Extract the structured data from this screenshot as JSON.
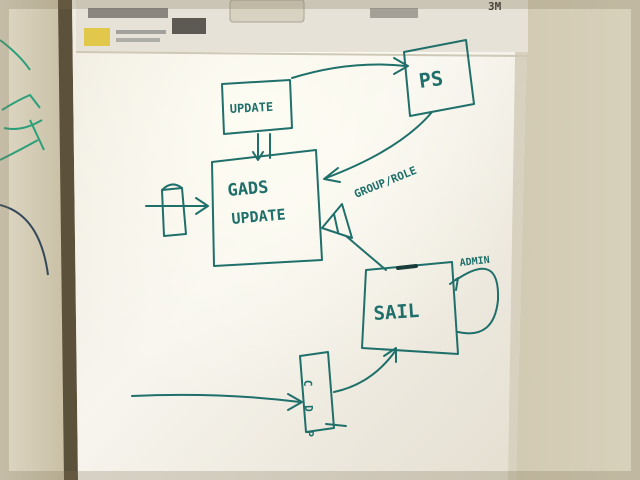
{
  "pad": {
    "brand": "3M"
  },
  "diagram": {
    "nodes": {
      "update": "UPDATE",
      "ps": "PS",
      "gads_update_line1": "GADS",
      "gads_update_line2": "UPDATE",
      "sail": "SAIL",
      "small_box_letters": "C D P"
    },
    "labels": {
      "group_role": "GROUP/ROLE",
      "admin": "ADMIN"
    }
  },
  "colors": {
    "marker": "#1f6f6a",
    "paper": "#efece3",
    "wall": "#c9c2a8"
  }
}
